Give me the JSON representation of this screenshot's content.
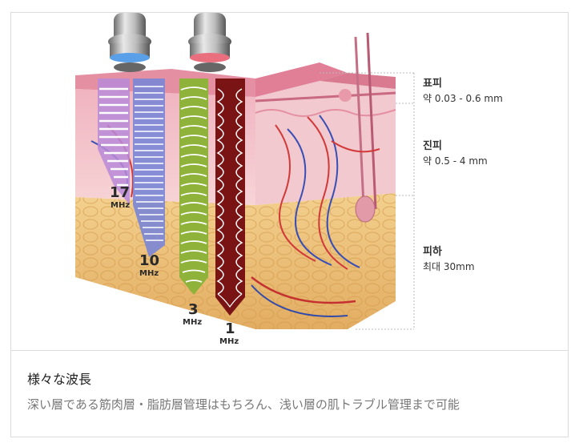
{
  "layers": [
    {
      "name": "표피",
      "depth": "약 0.03 - 0.6 mm"
    },
    {
      "name": "진피",
      "depth": "약 0.5 - 4 mm"
    },
    {
      "name": "피하",
      "depth": "최대 30mm"
    }
  ],
  "frequencies": [
    {
      "value": "17",
      "unit": "MHz",
      "color": "#b98ad8"
    },
    {
      "value": "10",
      "unit": "MHz",
      "color": "#7a86d6"
    },
    {
      "value": "3",
      "unit": "MHz",
      "color": "#8fb33a"
    },
    {
      "value": "1",
      "unit": "MHz",
      "color": "#7a1414"
    }
  ],
  "caption": {
    "title": "様々な波長",
    "text": "深い層である筋肉層・脂肪層管理はもちろん、浅い層の肌トラブル管理まで可能"
  },
  "colors": {
    "epidermis": "#e9a4b3",
    "dermis": "#f3c3cc",
    "fat": "#eec57e",
    "vessel_red": "#d23a3a",
    "vessel_blue": "#3a4fb5"
  }
}
